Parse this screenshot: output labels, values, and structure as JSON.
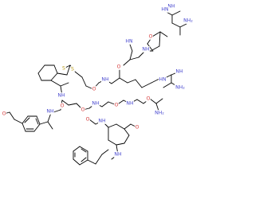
{
  "colors": {
    "background": "#ffffff",
    "bond": "#000000",
    "N": "#4a4ad0",
    "O": "#d63a3a",
    "S": "#b89a1a",
    "C": "#000000"
  },
  "atom_labels": {
    "nh": "NH",
    "nh2": "NH",
    "hn": "HN",
    "n": "N",
    "n_h": "H",
    "h2n": "H₂N",
    "nh2_right": "NH₂",
    "o": "O",
    "s": "S"
  }
}
